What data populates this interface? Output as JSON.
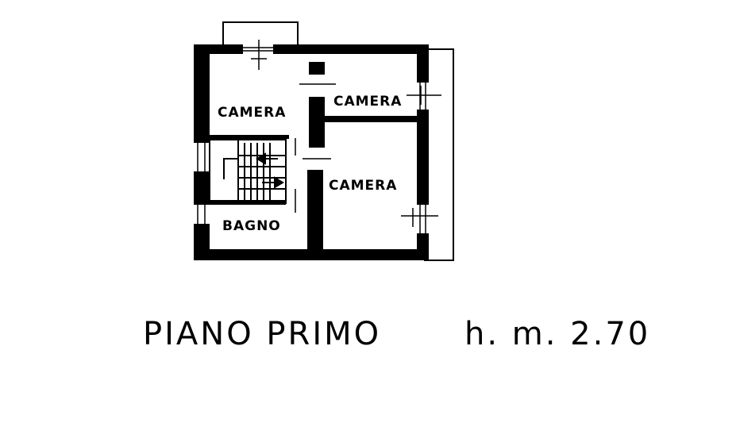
{
  "rooms": {
    "camera_top_left": "CAMERA",
    "camera_top_right": "CAMERA",
    "camera_bottom_right": "CAMERA",
    "bagno": "BAGNO"
  },
  "caption": {
    "floor": "PIANO PRIMO",
    "height": "h. m. 2.70"
  },
  "colors": {
    "ink": "#000000",
    "paper": "#ffffff"
  }
}
